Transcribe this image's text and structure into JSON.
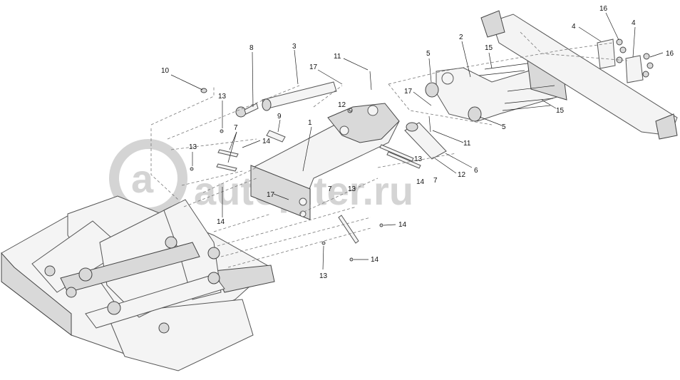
{
  "watermark": {
    "text": "autopiter.ru"
  },
  "callouts": [
    {
      "label": "1"
    },
    {
      "label": "2"
    },
    {
      "label": "3"
    },
    {
      "label": "4"
    },
    {
      "label": "4"
    },
    {
      "label": "5"
    },
    {
      "label": "5"
    },
    {
      "label": "6"
    },
    {
      "label": "7"
    },
    {
      "label": "7"
    },
    {
      "label": "7"
    },
    {
      "label": "8"
    },
    {
      "label": "9"
    },
    {
      "label": "10"
    },
    {
      "label": "11"
    },
    {
      "label": "11"
    },
    {
      "label": "12"
    },
    {
      "label": "12"
    },
    {
      "label": "13"
    },
    {
      "label": "13"
    },
    {
      "label": "13"
    },
    {
      "label": "13"
    },
    {
      "label": "13"
    },
    {
      "label": "14"
    },
    {
      "label": "14"
    },
    {
      "label": "14"
    },
    {
      "label": "14"
    },
    {
      "label": "14"
    },
    {
      "label": "15"
    },
    {
      "label": "15"
    },
    {
      "label": "16"
    },
    {
      "label": "16"
    },
    {
      "label": "17"
    },
    {
      "label": "17"
    },
    {
      "label": "17"
    }
  ]
}
